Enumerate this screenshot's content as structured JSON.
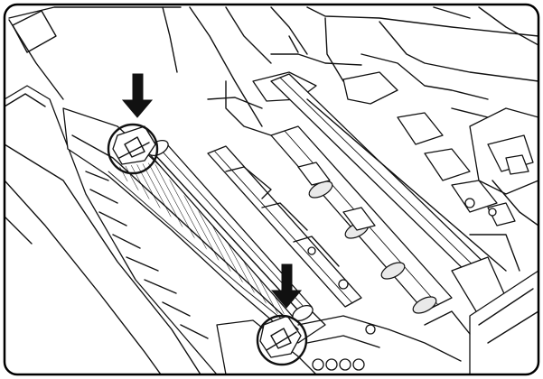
{
  "figure": {
    "frame_color": "#000000",
    "line_color": "#111111",
    "background": "#ffffff"
  },
  "callouts": [
    {
      "icon": "down-arrow-icon",
      "target": "upper-release-lever"
    },
    {
      "icon": "down-arrow-icon",
      "target": "lower-release-lever"
    }
  ],
  "highlights": [
    {
      "shape": "circle",
      "target": "upper-release-lever"
    },
    {
      "shape": "circle",
      "target": "lower-release-lever"
    }
  ]
}
